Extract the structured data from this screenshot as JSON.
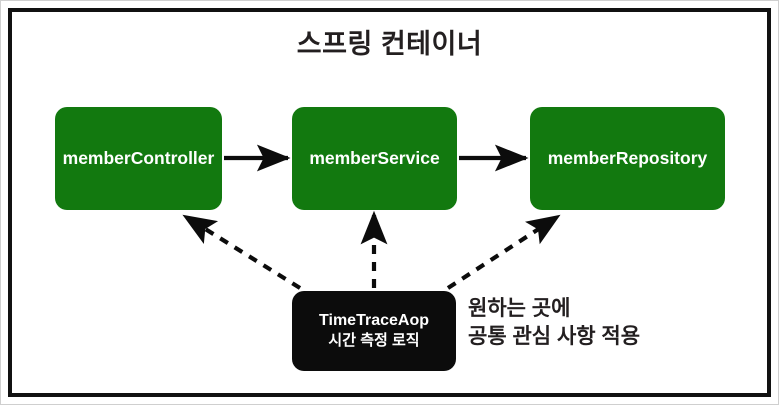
{
  "diagram": {
    "title": "스프링 컨테이너",
    "colors": {
      "bean_fill": "#12790f",
      "aspect_fill": "#0c0c0c",
      "frame": "#111111",
      "text": "#231f20",
      "bean_text": "#ffffff"
    },
    "beans": [
      {
        "id": "memberController",
        "label": "memberController"
      },
      {
        "id": "memberService",
        "label": "memberService"
      },
      {
        "id": "memberRepository",
        "label": "memberRepository"
      }
    ],
    "aspect": {
      "name": "TimeTraceAop",
      "description": "시간 측정 로직"
    },
    "note": {
      "line1": "원하는 곳에",
      "line2": "공통 관심 사항 적용"
    },
    "edges": [
      {
        "from": "memberController",
        "to": "memberService",
        "style": "solid"
      },
      {
        "from": "memberService",
        "to": "memberRepository",
        "style": "solid"
      },
      {
        "from": "TimeTraceAop",
        "to": "memberController",
        "style": "dashed"
      },
      {
        "from": "TimeTraceAop",
        "to": "memberService",
        "style": "dashed"
      },
      {
        "from": "TimeTraceAop",
        "to": "memberRepository",
        "style": "dashed"
      }
    ]
  }
}
